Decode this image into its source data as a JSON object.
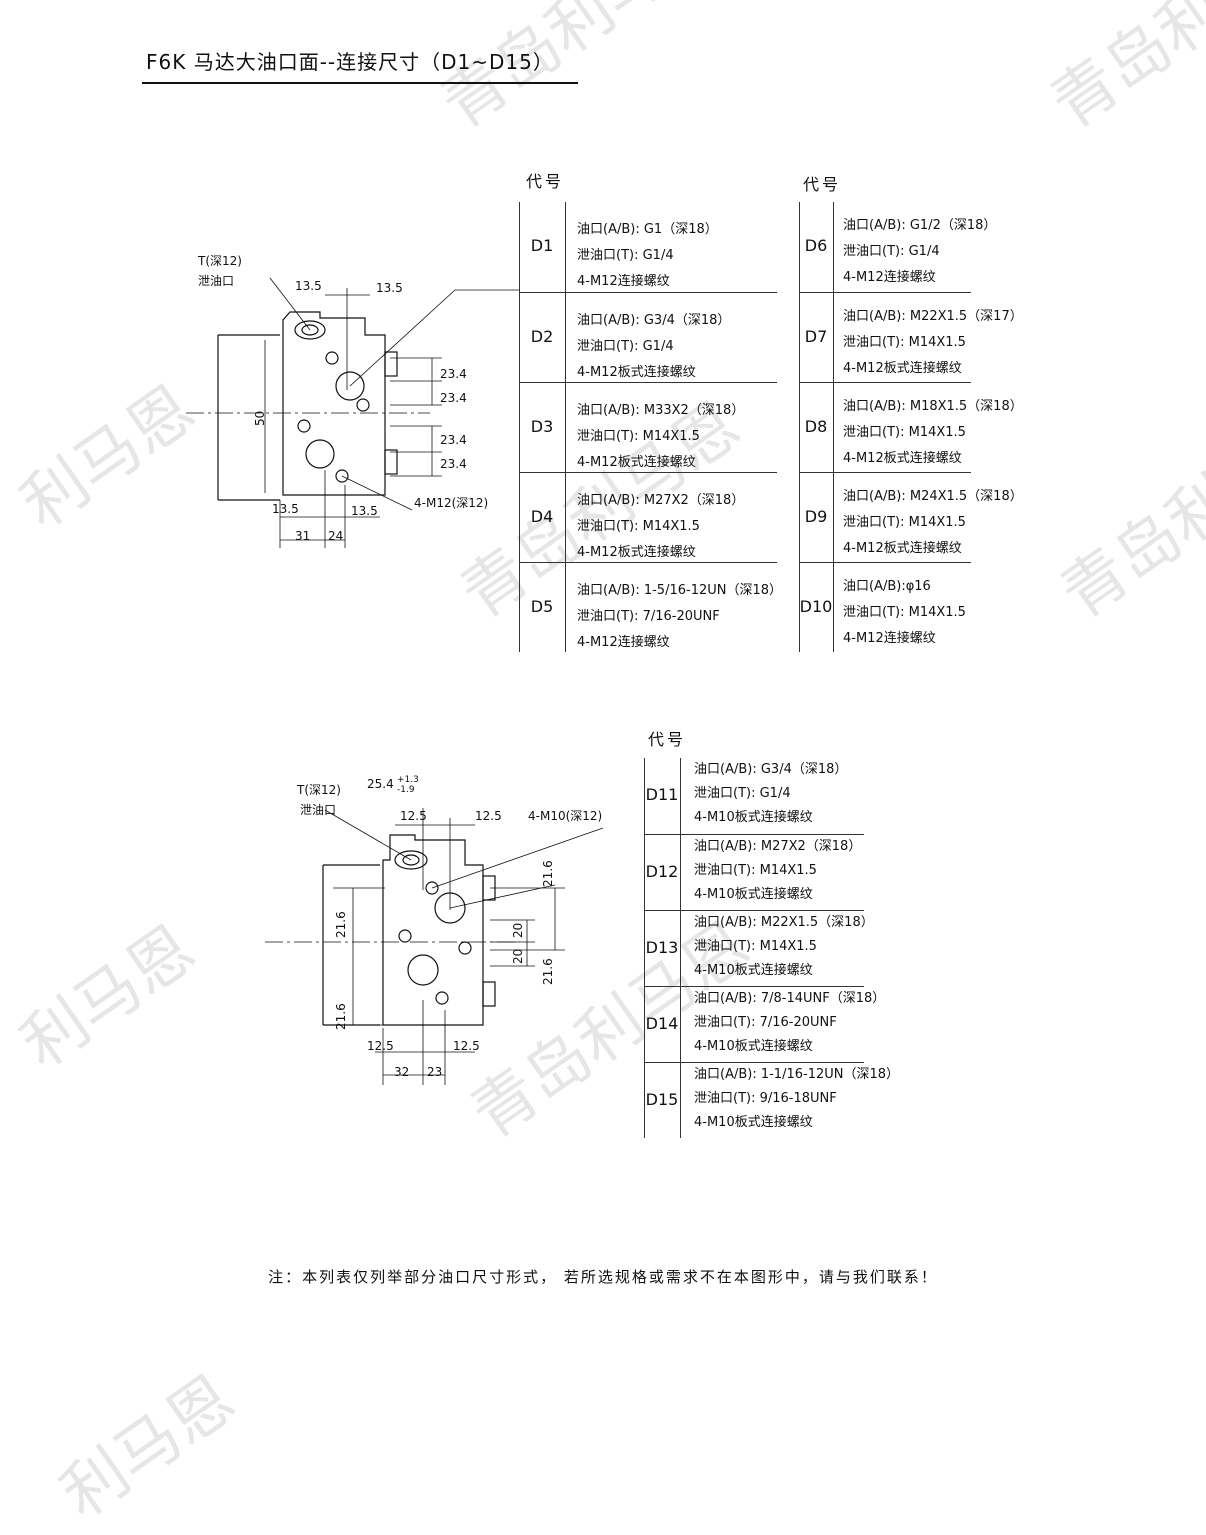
{
  "title": "F6K 马达大油口面--连接尺寸（D1~D15）",
  "watermarks": [
    "青岛利马恩",
    "青岛利马恩",
    "青岛利马恩",
    "利马恩",
    "利马恩",
    "青岛利",
    "青岛利马恩",
    "利马恩"
  ],
  "code_header": "代号",
  "drawing_top": {
    "labels": {
      "t_port": "T(深12)",
      "drain": "泄油口",
      "d13_5a": "13.5",
      "d13_5b": "13.5",
      "d23_4a": "23.4",
      "d23_4b": "23.4",
      "d23_4c": "23.4",
      "d23_4d": "23.4",
      "d50": "50",
      "bolt": "4-M12(深12)",
      "d13_5c": "13.5",
      "d13_5d": "13.5",
      "d31": "31",
      "d24": "24"
    }
  },
  "drawing_bottom": {
    "labels": {
      "t_port": "T(深12)",
      "drain": "泄油口",
      "d25_4": "25.4",
      "tol_plus": "+1.3",
      "tol_minus": "-1.9",
      "d12_5a": "12.5",
      "d12_5b": "12.5",
      "bolt": "4-M10(深12)",
      "d21_6a": "21.6",
      "d21_6b": "21.6",
      "d21_6c": "21.6",
      "d21_6d": "21.6",
      "d20a": "20",
      "d20b": "20",
      "d12_5c": "12.5",
      "d12_5d": "12.5",
      "d32": "32",
      "d23": "23"
    }
  },
  "tables": {
    "left": [
      {
        "code": "D1",
        "lines": [
          "油口(A/B): G1（深18）",
          "泄油口(T): G1/4",
          "4-M12连接螺纹"
        ]
      },
      {
        "code": "D2",
        "lines": [
          "油口(A/B): G3/4（深18）",
          "泄油口(T): G1/4",
          "4-M12板式连接螺纹"
        ]
      },
      {
        "code": "D3",
        "lines": [
          "油口(A/B): M33X2（深18）",
          "泄油口(T): M14X1.5",
          "4-M12板式连接螺纹"
        ]
      },
      {
        "code": "D4",
        "lines": [
          "油口(A/B): M27X2（深18）",
          "泄油口(T): M14X1.5",
          "4-M12板式连接螺纹"
        ]
      },
      {
        "code": "D5",
        "lines": [
          "油口(A/B): 1-5/16-12UN（深18）",
          "泄油口(T): 7/16-20UNF",
          "4-M12连接螺纹"
        ]
      }
    ],
    "right": [
      {
        "code": "D6",
        "lines": [
          "油口(A/B): G1/2（深18）",
          "泄油口(T): G1/4",
          "4-M12连接螺纹"
        ]
      },
      {
        "code": "D7",
        "lines": [
          "油口(A/B): M22X1.5（深17）",
          "泄油口(T): M14X1.5",
          "4-M12板式连接螺纹"
        ]
      },
      {
        "code": "D8",
        "lines": [
          "油口(A/B): M18X1.5（深18）",
          "泄油口(T): M14X1.5",
          "4-M12板式连接螺纹"
        ]
      },
      {
        "code": "D9",
        "lines": [
          "油口(A/B): M24X1.5（深18）",
          "泄油口(T): M14X1.5",
          "4-M12板式连接螺纹"
        ]
      },
      {
        "code": "D10",
        "lines": [
          "油口(A/B):φ16",
          "泄油口(T): M14X1.5",
          "4-M12连接螺纹"
        ]
      }
    ],
    "bottom": [
      {
        "code": "D11",
        "lines": [
          "油口(A/B): G3/4（深18）",
          "泄油口(T): G1/4",
          "4-M10板式连接螺纹"
        ]
      },
      {
        "code": "D12",
        "lines": [
          "油口(A/B): M27X2（深18）",
          "泄油口(T): M14X1.5",
          "4-M10板式连接螺纹"
        ]
      },
      {
        "code": "D13",
        "lines": [
          "油口(A/B): M22X1.5（深18）",
          "泄油口(T): M14X1.5",
          "4-M10板式连接螺纹"
        ]
      },
      {
        "code": "D14",
        "lines": [
          "油口(A/B): 7/8-14UNF（深18）",
          "泄油口(T): 7/16-20UNF",
          "4-M10板式连接螺纹"
        ]
      },
      {
        "code": "D15",
        "lines": [
          "油口(A/B): 1-1/16-12UN（深18）",
          "泄油口(T): 9/16-18UNF",
          "4-M10板式连接螺纹"
        ]
      }
    ]
  },
  "note": "注：本列表仅列举部分油口尺寸形式，  若所选规格或需求不在本图形中，请与我们联系！"
}
